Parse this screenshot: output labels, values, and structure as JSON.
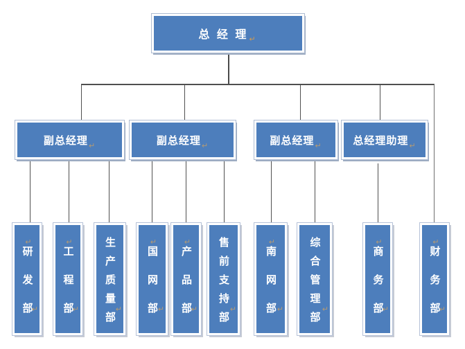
{
  "chart": {
    "type": "org-chart",
    "break_mark": "↵",
    "root": {
      "label": "总 经 理"
    },
    "level2": [
      {
        "label": "副总经理",
        "children": [
          {
            "label": "研发部"
          },
          {
            "label": "工程部"
          },
          {
            "label": "生产质量部"
          }
        ]
      },
      {
        "label": "副总经理",
        "children": [
          {
            "label": "国网部"
          },
          {
            "label": "产品部"
          },
          {
            "label": "售前支持部"
          }
        ]
      },
      {
        "label": "副总经理",
        "children": [
          {
            "label": "南网部"
          },
          {
            "label": "综合管理部"
          }
        ]
      },
      {
        "label": "总经理助理",
        "children": [
          {
            "label": "商务部"
          }
        ]
      }
    ],
    "root_direct_children": [
      {
        "label": "财务部"
      }
    ],
    "colors": {
      "box_fill": "#4d7ebc",
      "box_border": "#ffffff",
      "box_outline": "#aebcd2",
      "connector": "#4f4f4f",
      "text": "#ffffff",
      "break_mark": "#b49a74"
    }
  }
}
